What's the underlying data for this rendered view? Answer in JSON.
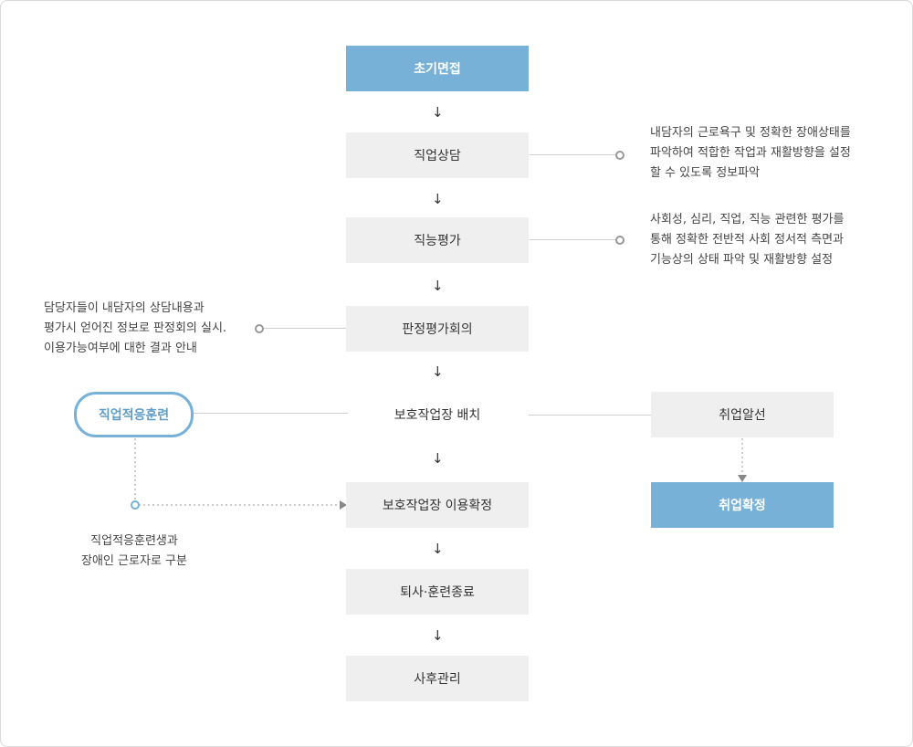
{
  "steps": {
    "s1": "초기면접",
    "s2": "직업상담",
    "s3": "직능평가",
    "s4": "판정평가회의",
    "s5": "보호작업장 배치",
    "s6": "보호작업장 이용확정",
    "s7": "퇴사·훈련종료",
    "s8": "사후관리"
  },
  "side": {
    "training": "직업적응훈련",
    "job_placement": "취업알선",
    "job_confirm": "취업확정"
  },
  "notes": {
    "counseling": [
      "내담자의 근로욕구 및 정확한 장애상태를",
      "파악하여 적합한 작업과 재활방향을 설정",
      "할 수 있도록 정보파악"
    ],
    "evaluation": [
      "사회성, 심리, 직업, 직능 관련한 평가를",
      "통해 정확한 전반적 사회 정서적 측면과",
      "기능상의 상태 파악 및 재활방향 설정"
    ],
    "meeting": [
      "담당자들이 내담자의 상담내용과",
      "평가시 얻어진 정보로 판정회의 실시.",
      "이용가능여부에 대한 결과 안내"
    ],
    "training": [
      "직업적응훈련생과",
      "장애인 근로자로 구분"
    ]
  },
  "arrow_glyph": "↓",
  "colors": {
    "accent": "#77b1d8",
    "box_bg": "#efefef",
    "line": "#cfcfcf"
  }
}
